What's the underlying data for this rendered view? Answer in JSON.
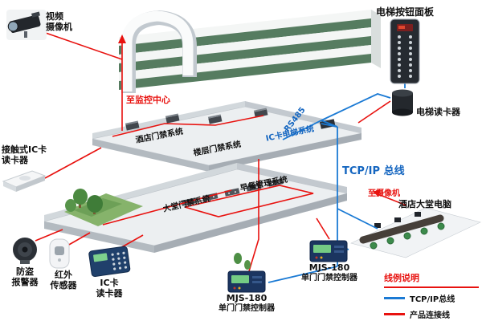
{
  "labels": {
    "video_camera": "视频\n摄像机",
    "elevator_button_panel": "电梯按钮面板",
    "elevator_card_reader": "电梯读卡器",
    "to_monitor_center": "至监控中心",
    "contact_ic_card_reader": "接触式IC卡\n读卡器",
    "hotel_access_system": "酒店门禁系统",
    "floor_access_system": "楼层门禁系统",
    "ic_card_elevator_system": "IC卡电梯系统",
    "rs485": "RS485",
    "tcpip_bus": "TCP/IP 总线",
    "to_camera": "至摄像机",
    "hotel_lobby_computer": "酒店大堂电脑",
    "breakfast_management_system": "早餐管理系统",
    "lobby_access_system": "大堂门禁系统",
    "burglar_alarm": "防盗\n报警器",
    "infrared_sensor": "红外\n传感器",
    "ic_card_reader": "IC卡\n读卡器"
  },
  "controllers": {
    "right": {
      "model": "MJS-180",
      "name": "单门门禁控制器"
    },
    "bottom": {
      "model": "MJS-180",
      "name": "单门门禁控制器"
    }
  },
  "legend": {
    "title": "线例说明",
    "items": [
      {
        "label": "TCP/IP总线",
        "color": "#1b7ad4"
      },
      {
        "label": "产品连接线",
        "color": "#e8120f"
      }
    ]
  },
  "colors": {
    "bus_blue": "#1b7ad4",
    "wire_red": "#e8120f",
    "building_green": "#567c60",
    "annotation_blue": "#1566c0",
    "background": "#ffffff"
  }
}
